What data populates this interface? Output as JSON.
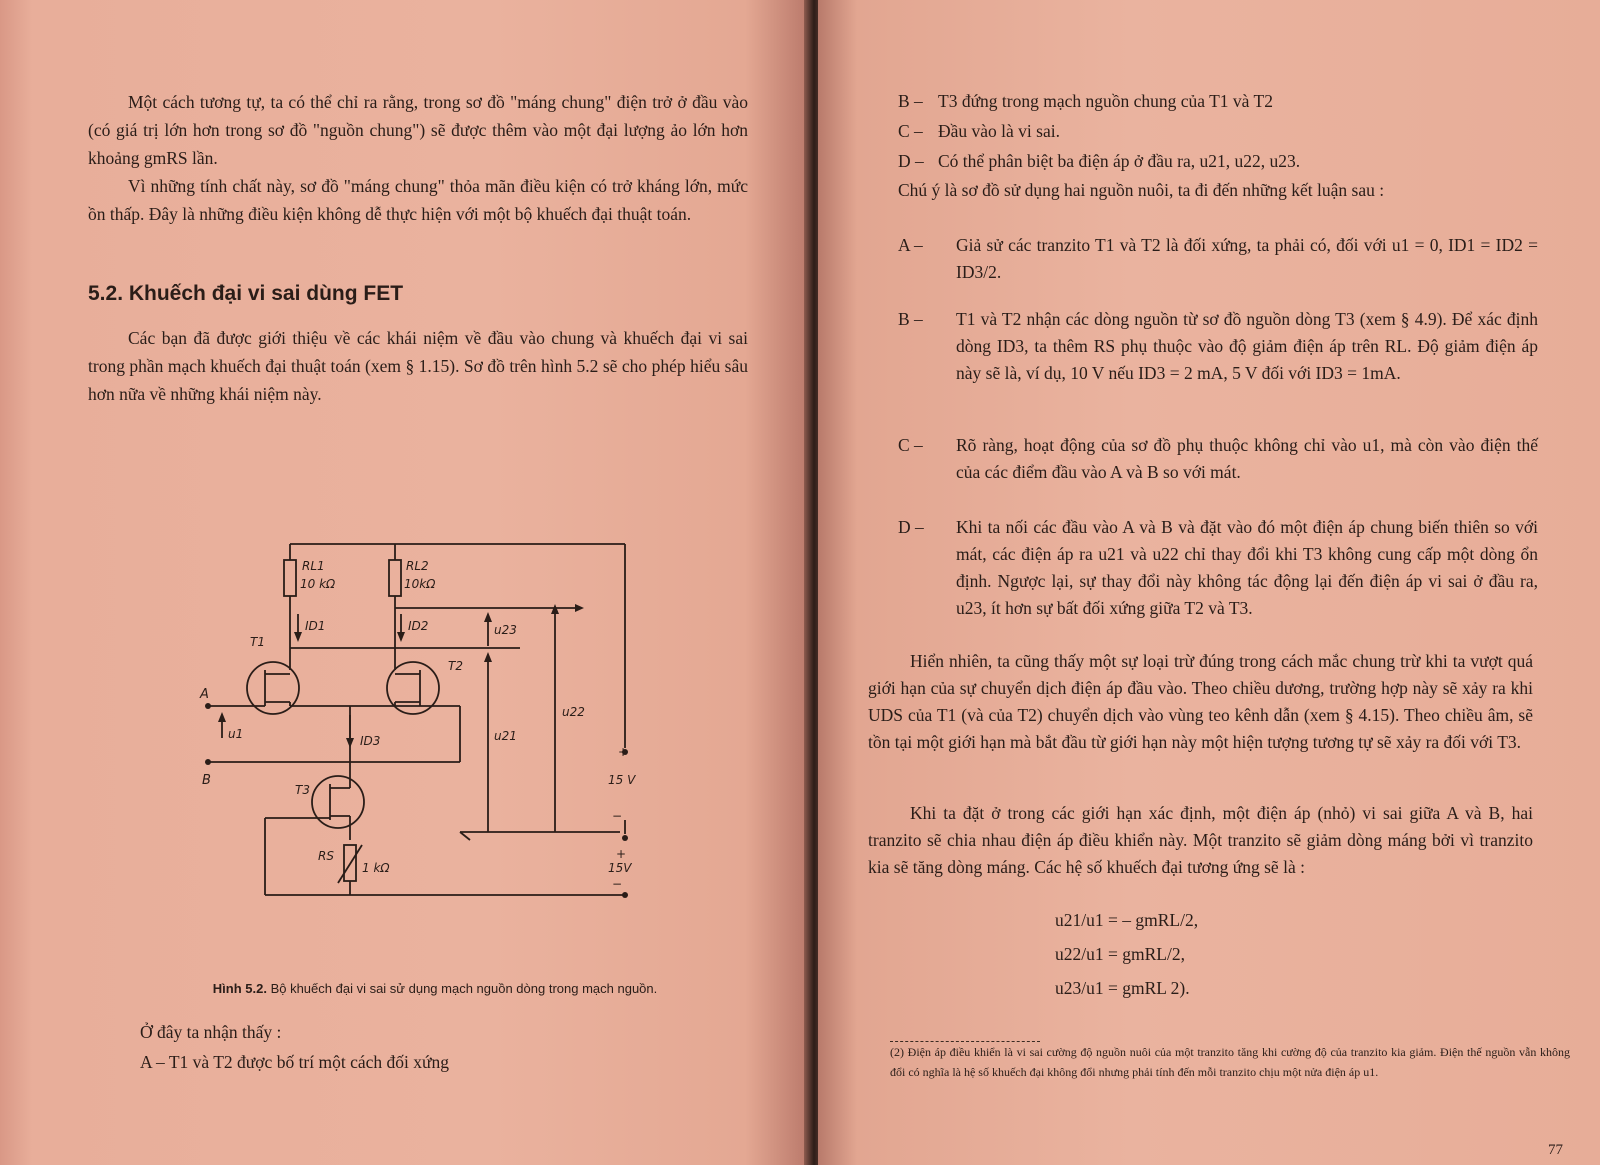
{
  "left_page": {
    "paragraphs": [
      "Một cách tương tự, ta có thể chỉ ra rằng, trong sơ đồ \"máng chung\" điện trở ở đầu vào (có giá trị lớn hơn trong sơ đồ \"nguồn chung\") sẽ được thêm vào một đại lượng ảo lớn hơn khoảng gmRS lần.",
      "Vì những tính chất này, sơ đồ \"máng chung\" thỏa mãn điều kiện có trở kháng lớn, mức ồn thấp. Đây là những điều kiện không dễ thực hiện với một bộ khuếch đại thuật toán."
    ],
    "heading": "5.2. Khuếch đại vi sai dùng FET",
    "intro": "Các bạn đã được giới thiệu về các khái niệm về đầu vào chung và khuếch đại vi sai trong phần mạch khuếch đại thuật toán (xem § 1.15). Sơ đồ trên hình 5.2 sẽ cho phép hiểu sâu hơn nữa về những khái niệm này.",
    "figure_labels": {
      "rl1": "RL1",
      "rl1_val": "10 kΩ",
      "rl2": "RL2",
      "rl2_val": "10kΩ",
      "id1": "ID1",
      "id2": "ID2",
      "id3": "ID3",
      "t1": "T1",
      "t2": "T2",
      "t3": "T3",
      "a": "A",
      "b": "B",
      "u1": "u1",
      "u21": "u21",
      "u22": "u22",
      "u23": "u23",
      "rs": "RS",
      "rs_val": "1 kΩ",
      "v1": "15 V",
      "v2": "15V",
      "plus1": "+",
      "minus1": "−",
      "plus2": "+",
      "minus2": "−"
    },
    "caption_bold": "Hình 5.2.",
    "caption_text": "Bộ khuếch đại vi sai sử dụng mạch nguồn dòng trong mạch nguồn.",
    "observe": "Ở đây ta nhận thấy :",
    "item_a": "A – T1 và T2 được bố trí một cách đối xứng"
  },
  "right_page": {
    "list1": [
      {
        "label": "B –",
        "text": "T3 đứng trong mạch nguồn chung của T1 và T2"
      },
      {
        "label": "C –",
        "text": "Đầu vào là vi sai."
      },
      {
        "label": "D –",
        "text": "Có thể phân biệt ba điện áp ở đầu ra, u21, u22, u23."
      }
    ],
    "note": "Chú ý là sơ đồ sử dụng hai nguồn nuôi, ta đi đến những kết luận sau :",
    "list2": [
      {
        "label": "A –",
        "text": "Giả sử các tranzito T1 và T2 là đối xứng, ta phải có, đối với u1 = 0, ID1 = ID2 = ID3/2."
      },
      {
        "label": "B –",
        "text": "T1 và T2 nhận các dòng nguồn từ sơ đồ nguồn dòng T3 (xem § 4.9). Để xác định dòng ID3, ta thêm RS phụ thuộc vào độ giảm điện áp trên RL. Độ giảm điện áp này sẽ là, ví dụ, 10 V nếu ID3 = 2 mA, 5 V đối với ID3 = 1mA."
      },
      {
        "label": "C –",
        "text": "Rõ ràng, hoạt động của sơ đồ phụ thuộc không chỉ vào u1, mà còn vào điện thế của các điểm đầu vào A và B so với mát."
      },
      {
        "label": "D –",
        "text": "Khi ta nối các đầu vào A và B và đặt vào đó một điện áp chung biến thiên so với mát, các điện áp ra u21 và u22 chỉ thay đổi khi T3 không cung cấp một dòng ổn định. Ngược lại, sự thay đổi này không tác động lại đến điện áp vi sai ở đầu ra, u23, ít hơn sự bất đối xứng giữa T2 và T3."
      }
    ],
    "para1": "Hiển nhiên, ta cũng thấy một sự loại trừ đúng trong cách mắc chung trừ khi ta vượt quá giới hạn của sự chuyển dịch điện áp đầu vào. Theo chiều dương, trường hợp này sẽ xảy ra khi UDS của T1 (và của T2) chuyển dịch vào vùng teo kênh dẫn (xem § 4.15). Theo chiều âm, sẽ tồn tại một giới hạn mà bắt đầu từ giới hạn này một hiện tượng tương tự sẽ xảy ra đối với T3.",
    "para2": "Khi ta đặt ở trong các giới hạn xác định, một điện áp (nhỏ) vi sai giữa A và B, hai tranzito sẽ chia nhau điện áp điều khiển này. Một tranzito sẽ giảm dòng máng bởi vì tranzito kia sẽ tăng dòng máng. Các hệ số khuếch đại tương ứng sẽ là :",
    "formulas": [
      "u21/u1 = – gmRL/2,",
      "u22/u1 = gmRL/2,",
      "u23/u1 = gmRL 2)."
    ],
    "footnote": "(2) Điện áp điều khiển là vi sai cường độ nguồn nuôi của một tranzito tăng khi cường độ của tranzito kia giảm. Điện thế nguồn vẫn không đổi có nghĩa là hệ số khuếch đại không đổi nhưng phải tính đến mỗi tranzito chịu một nửa điện áp u1.",
    "page_number": "77"
  }
}
